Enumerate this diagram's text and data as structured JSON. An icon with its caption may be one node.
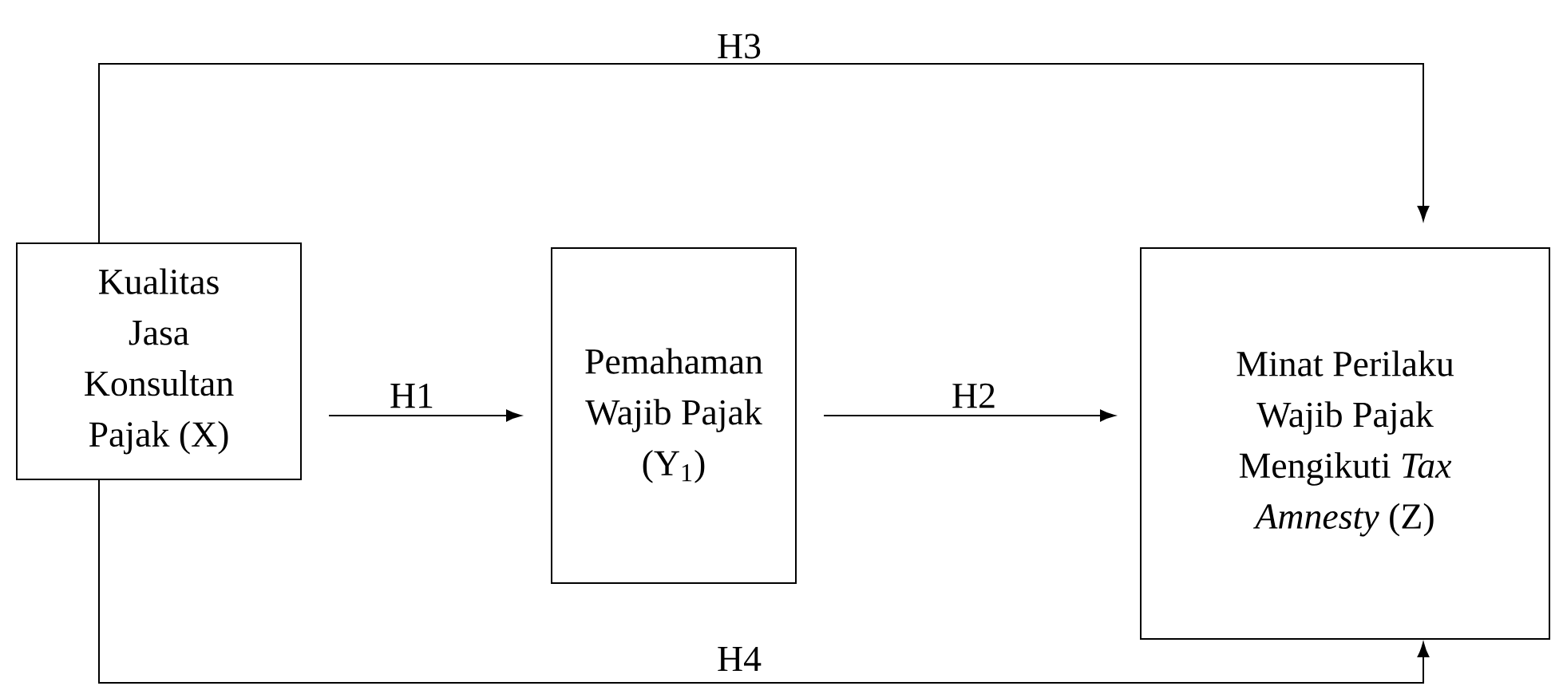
{
  "diagram": {
    "nodes": [
      {
        "text": [
          "Kualitas Jasa Konsultan Pajak (X)"
        ]
      },
      {
        "text": [
          "Pemahaman Wajib Pajak (Y$_{1}$)"
        ]
      },
      {
        "text": [
          "Minat Perilaku Wajib Pajak Mengikuti *Tax Amnesty* (Z)"
        ]
      }
    ],
    "edges": [
      {
        "from": 0,
        "to": 1,
        "arrow": "to",
        "label": "H1"
      },
      {
        "from": 1,
        "to": 2,
        "arrow": "to",
        "label": "H2"
      },
      {
        "from": 0,
        "to": 2,
        "arrow": "to",
        "label": "H3"
      },
      {
        "from": 0,
        "to": 2,
        "arrow": "to",
        "label": "H4"
      }
    ]
  }
}
